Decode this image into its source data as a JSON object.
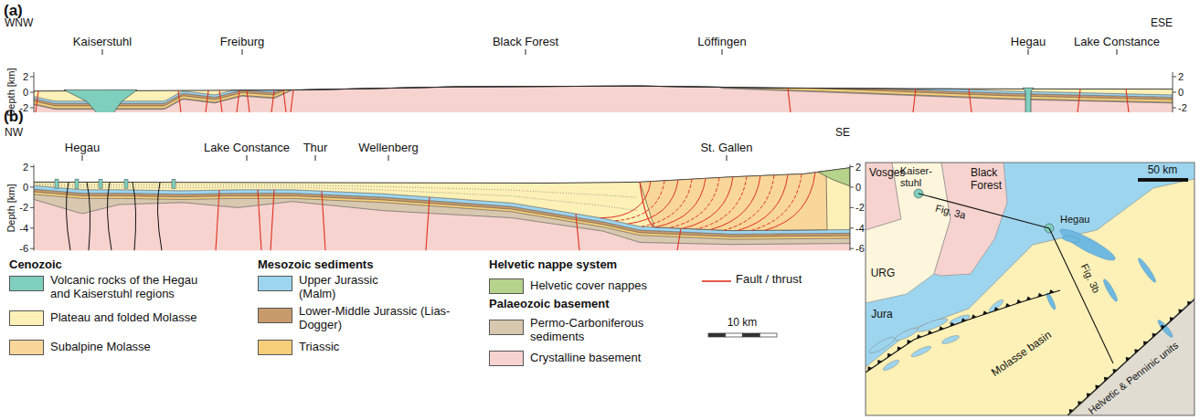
{
  "diagram": {
    "labels": [
      "(a)",
      "WNW",
      "ESE",
      "Kaiserstuhl",
      "Freiburg",
      "Black Forest",
      "Löffingen",
      "Hegau",
      "Lake Constance",
      "Depth [km]",
      "2",
      "0",
      "-2",
      "2",
      "0",
      "-2",
      "(b)",
      "NW",
      "SE",
      "Hegau",
      "Lake Constance",
      "Thur",
      "Wellenberg",
      "St. Gallen",
      "Depth [km]",
      "2",
      "0",
      "-2",
      "-4",
      "-6",
      "2",
      "0",
      "-2",
      "-4",
      "-6",
      "Cenozoic",
      "Mesozoic sediments",
      "Helvetic nappe system",
      "Palaeozoic basement",
      "10 km",
      "Vosges",
      "Kaiser- stuhl",
      "Black Forest",
      "Fig. 3a",
      "URG",
      "Hegau",
      "Fig. 3b",
      "Jura",
      "Molasse basin",
      "Helvetic & Penninic units",
      "50 km"
    ],
    "legend": [
      {
        "text": "Volcanic rocks of the Hegau and Kaiserstuhl regions",
        "color": "#7fcfbf"
      },
      {
        "text": "Plateau and folded Molasse",
        "color": "#fdf1b8"
      },
      {
        "text": "Subalpine Molasse",
        "color": "#f9d79a"
      },
      {
        "text": "Upper Jurassic (Malm)",
        "color": "#9ed5ee"
      },
      {
        "text": "Lower-Middle Jurassic (Lias-Dogger)",
        "color": "#c89b6d"
      },
      {
        "text": "Triassic",
        "color": "#f7cf7a"
      },
      {
        "text": "Helvetic cover nappes",
        "color": "#b5d38a"
      },
      {
        "text": "Permo-Carboniferous sediments",
        "color": "#d8c8b0"
      },
      {
        "text": "Crystalline basement",
        "color": "#f7d3cf"
      },
      {
        "text": "Fault / thrust"
      }
    ]
  }
}
